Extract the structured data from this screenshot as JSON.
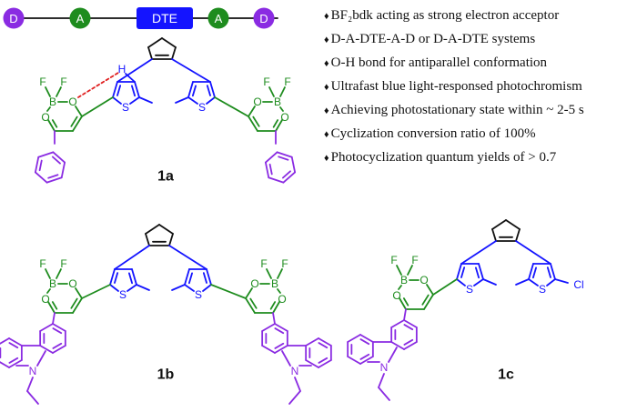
{
  "scheme": {
    "labels": [
      "D",
      "A",
      "DTE",
      "A",
      "D"
    ],
    "colors": {
      "donor": "#8a2be2",
      "acceptor": "#1e8c1e",
      "dte": "#1414ff",
      "line": "#111111"
    }
  },
  "bullets": [
    "BF₂bdk acting as strong electron acceptor",
    "D-A-DTE-A-D or D-A-DTE systems",
    "O-H bond for antiparallel conformation",
    "Ultrafast blue light-responsed photochromism",
    "Achieving photostationary state within ~ 2-5 s",
    "Cyclization conversion ratio of  100%",
    "Photocyclization quantum yields of  > 0.7"
  ],
  "bullet_marker": "♦",
  "compounds": [
    {
      "id": "1a",
      "label": "1a"
    },
    {
      "id": "1b",
      "label": "1b"
    },
    {
      "id": "1c",
      "label": "1c"
    }
  ],
  "atoms": {
    "fluorine": "F",
    "boron": "B",
    "oxygen": "O",
    "sulfur": "S",
    "hydrogen": "H",
    "nitrogen": "N",
    "chlorine": "Cl"
  }
}
